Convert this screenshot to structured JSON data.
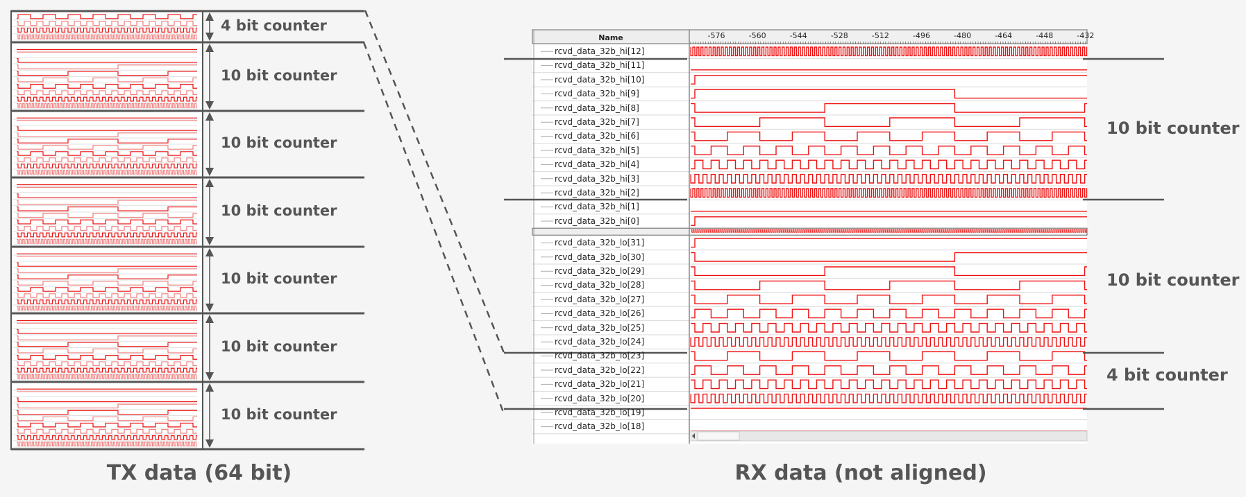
{
  "tx_panel": {
    "caption": "TX data (64 bit)",
    "segments": [
      {
        "label": "4 bit counter",
        "bits": 4
      },
      {
        "label": "10 bit counter",
        "bits": 10
      },
      {
        "label": "10 bit counter",
        "bits": 10
      },
      {
        "label": "10 bit counter",
        "bits": 10
      },
      {
        "label": "10 bit counter",
        "bits": 10
      },
      {
        "label": "10 bit counter",
        "bits": 10
      },
      {
        "label": "10 bit counter",
        "bits": 10
      }
    ]
  },
  "rx_panel": {
    "caption": "RX data (not aligned)",
    "name_header": "Name",
    "time_ticks": [
      "-576",
      "-560",
      "-544",
      "-528",
      "-512",
      "-496",
      "-480",
      "-464",
      "-448",
      "-432"
    ],
    "hi_signals": [
      "rcvd_data_32b_hi[12]",
      "rcvd_data_32b_hi[11]",
      "rcvd_data_32b_hi[10]",
      "rcvd_data_32b_hi[9]",
      "rcvd_data_32b_hi[8]",
      "rcvd_data_32b_hi[7]",
      "rcvd_data_32b_hi[6]",
      "rcvd_data_32b_hi[5]",
      "rcvd_data_32b_hi[4]",
      "rcvd_data_32b_hi[3]",
      "rcvd_data_32b_hi[2]",
      "rcvd_data_32b_hi[1]",
      "rcvd_data_32b_hi[0]"
    ],
    "lo_signals": [
      "rcvd_data_32b_lo[31]",
      "rcvd_data_32b_lo[30]",
      "rcvd_data_32b_lo[29]",
      "rcvd_data_32b_lo[28]",
      "rcvd_data_32b_lo[27]",
      "rcvd_data_32b_lo[26]",
      "rcvd_data_32b_lo[25]",
      "rcvd_data_32b_lo[24]",
      "rcvd_data_32b_lo[23]",
      "rcvd_data_32b_lo[22]",
      "rcvd_data_32b_lo[21]",
      "rcvd_data_32b_lo[20]",
      "rcvd_data_32b_lo[19]",
      "rcvd_data_32b_lo[18]"
    ],
    "segment_labels": [
      "10 bit counter",
      "10 bit counter",
      "4 bit counter"
    ]
  },
  "colors": {
    "background": "#f5f5f5",
    "waveform": "#ee1111",
    "waveform_light": "#f08080",
    "divider": "#555555",
    "grid": "#e2e2e2",
    "panel_bg": "#ffffff",
    "header_bg": "#eeeeee"
  }
}
